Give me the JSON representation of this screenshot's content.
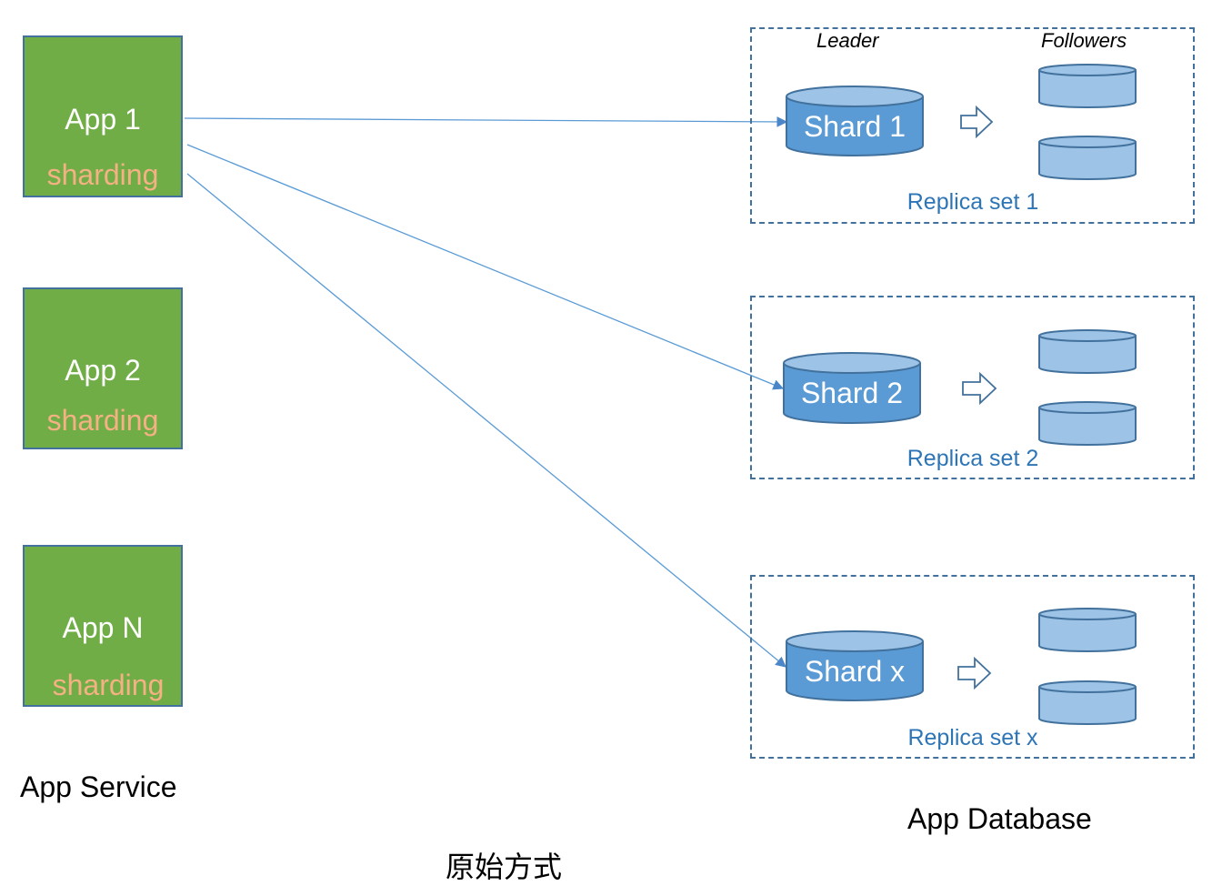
{
  "colors": {
    "app_fill": "#70ad47",
    "app_border": "#41719c",
    "app_sub_text": "#f4b183",
    "shard_fill": "#5b9bd5",
    "shard_top": "#9dc3e6",
    "follower_fill": "#9dc3e6",
    "replica_border": "#41719c",
    "replica_text": "#2e75b6",
    "arrow": "#5b9bd5"
  },
  "apps": [
    {
      "name": "App 1",
      "sub": "sharding"
    },
    {
      "name": "App 2",
      "sub": "sharding"
    },
    {
      "name": "App N",
      "sub": "sharding"
    }
  ],
  "roles": {
    "leader": "Leader",
    "followers": "Followers"
  },
  "replica_sets": [
    {
      "shard": "Shard 1",
      "label": "Replica set 1"
    },
    {
      "shard": "Shard 2",
      "label": "Replica set 2"
    },
    {
      "shard": "Shard x",
      "label": "Replica set x"
    }
  ],
  "captions": {
    "app_service": "App Service",
    "app_database": "App Database",
    "method": "原始方式"
  }
}
